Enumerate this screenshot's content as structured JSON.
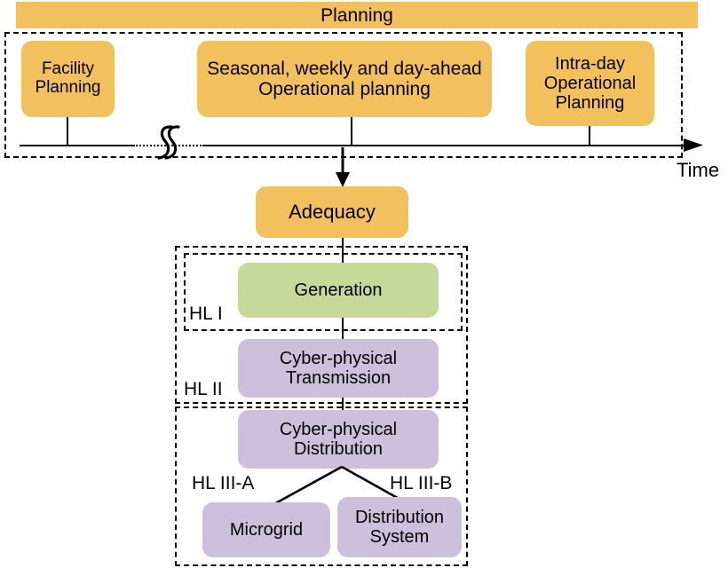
{
  "diagram": {
    "banner": {
      "title": "Planning"
    },
    "timeline": {
      "axis_label": "Time",
      "break_symbol": "integral-squiggle-axis-break",
      "nodes": [
        {
          "id": "facility-planning",
          "label": "Facility Planning",
          "color": "#f2c05c"
        },
        {
          "id": "seasonal-weekly-dayahead",
          "label": "Seasonal, weekly and day-ahead Operational planning",
          "color": "#f2c05c"
        },
        {
          "id": "intra-day-operational",
          "label": "Intra-day Operational Planning",
          "color": "#f2c05c"
        }
      ]
    },
    "adequacy": {
      "label": "Adequacy",
      "color": "#f2c05c"
    },
    "hierarchical_levels": [
      {
        "id": "hl-1",
        "label": "HL I",
        "node": "Generation",
        "color": "#c5d99b"
      },
      {
        "id": "hl-2",
        "label": "HL II",
        "node": "Cyber-physical Transmission",
        "color": "#ccc0dd"
      },
      {
        "id": "hl-3",
        "label": "",
        "node": "Cyber-physical Distribution",
        "color": "#ccc0dd"
      },
      {
        "id": "hl-3-a",
        "label": "HL III-A",
        "node": "Microgrid",
        "color": "#ccc0dd"
      },
      {
        "id": "hl-3-b",
        "label": "HL III-B",
        "node": "Distribution System",
        "color": "#ccc0dd"
      }
    ]
  }
}
